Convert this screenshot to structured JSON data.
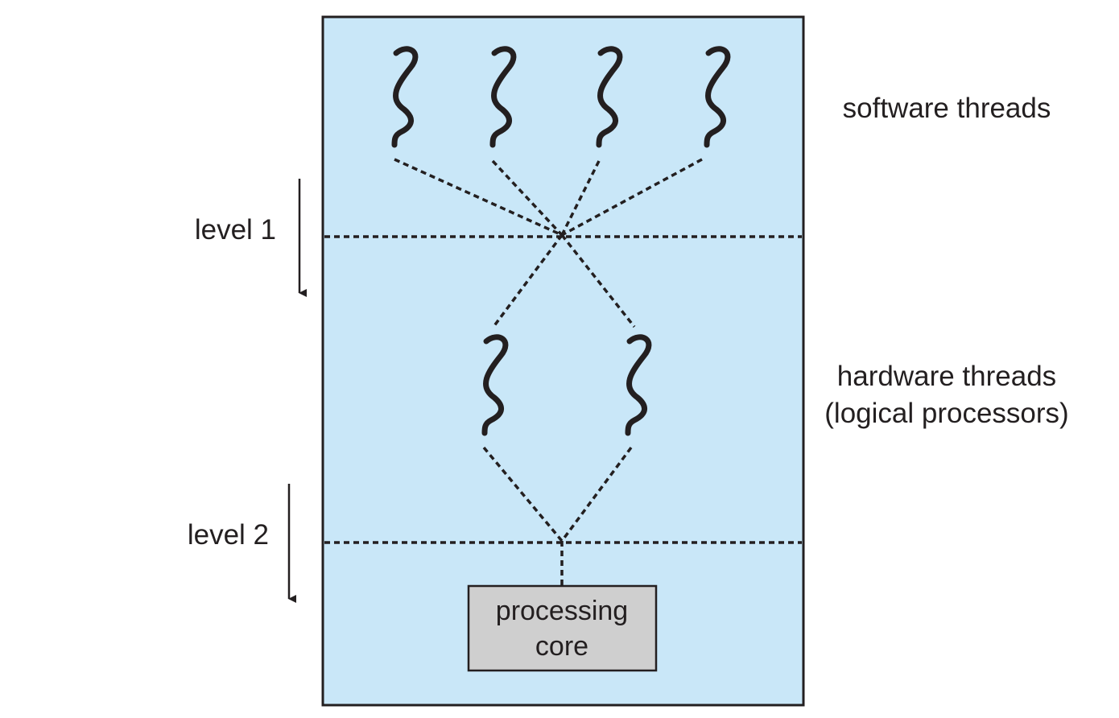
{
  "labels": {
    "software_threads": "software threads",
    "hardware_threads_line1": "hardware threads",
    "hardware_threads_line2": "(logical processors)",
    "level1": "level 1",
    "level2": "level 2",
    "core_line1": "processing",
    "core_line2": "core"
  },
  "counts": {
    "software_threads": 4,
    "hardware_threads": 2,
    "processing_cores": 1
  },
  "colors": {
    "panel_fill": "#c9e7f8",
    "panel_border": "#231f20",
    "core_fill": "#cfcfcf",
    "ink": "#231f20"
  }
}
